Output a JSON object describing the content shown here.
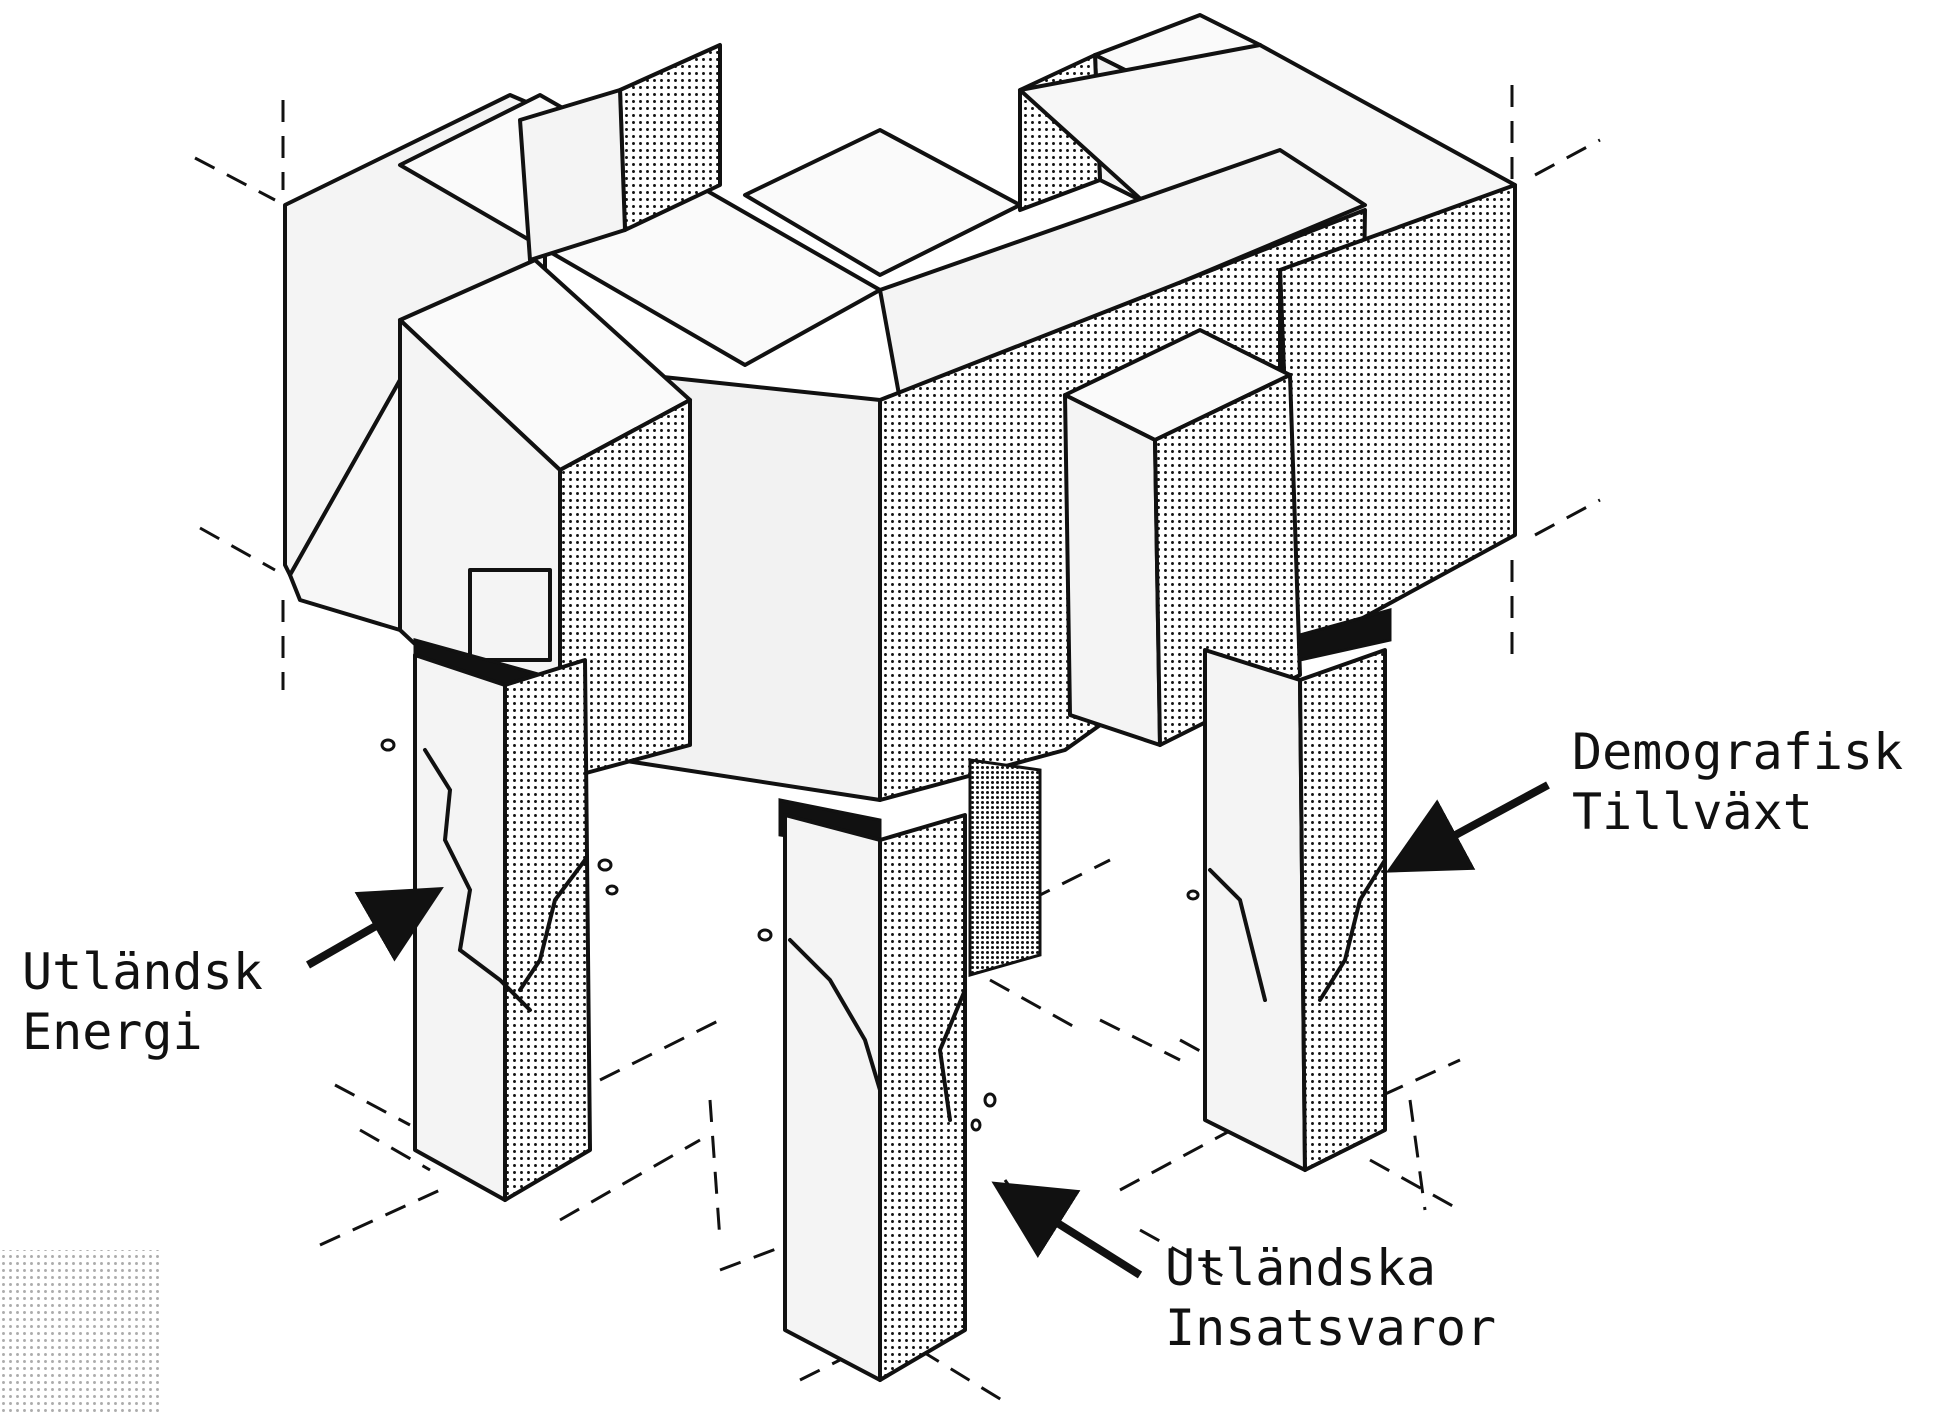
{
  "labels": {
    "foreign_energy": {
      "line1": "Utländsk",
      "line2": "Energi"
    },
    "foreign_inputs": {
      "line1": "Utländska",
      "line2": "Insatsvaror"
    },
    "demographic_growth": {
      "line1": "Demografisk",
      "line2": "Tillväxt"
    }
  },
  "colors": {
    "ink": "#111111",
    "paper": "#ffffff",
    "shade": "#bdbdbd",
    "light_face": "#f4f4f4"
  },
  "icons": {
    "structure": "cracked-isometric-block-structure-illustration",
    "arrow": "pointer-arrow"
  }
}
